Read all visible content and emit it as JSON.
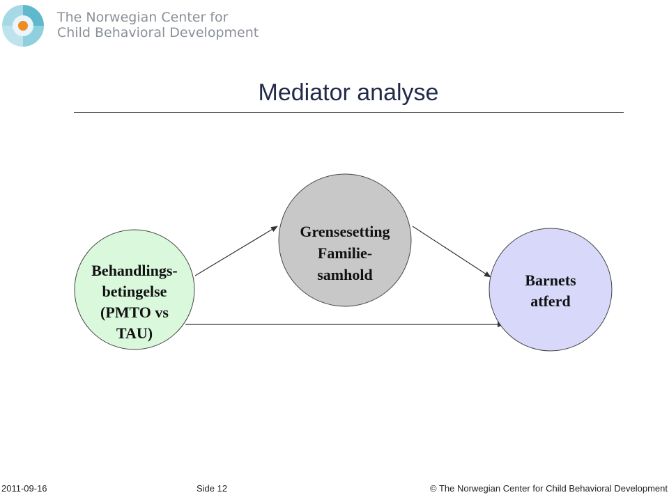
{
  "header": {
    "logo_line1": "The Norwegian Center for",
    "logo_line2": "Child Behavioral Development"
  },
  "slide": {
    "title": "Mediator analyse"
  },
  "diagram": {
    "nodes": {
      "left": {
        "lines": [
          "Behandlings-",
          "betingelse",
          "(PMTO vs",
          "TAU)"
        ],
        "fill": "#d9f8dc"
      },
      "middle": {
        "lines": [
          "Grensesetting",
          "Familie-",
          "samhold"
        ],
        "fill": "#c8c8c8"
      },
      "right": {
        "lines": [
          "Barnets",
          "atferd"
        ],
        "fill": "#d8d8fb"
      }
    }
  },
  "footer": {
    "date": "2011-09-16",
    "page": "Side 12",
    "copyright": "© The Norwegian Center for Child Behavioral Development"
  },
  "colors": {
    "logo_teal": "#5fb8cc",
    "logo_orange": "#f08a24",
    "title": "#222a4a"
  }
}
